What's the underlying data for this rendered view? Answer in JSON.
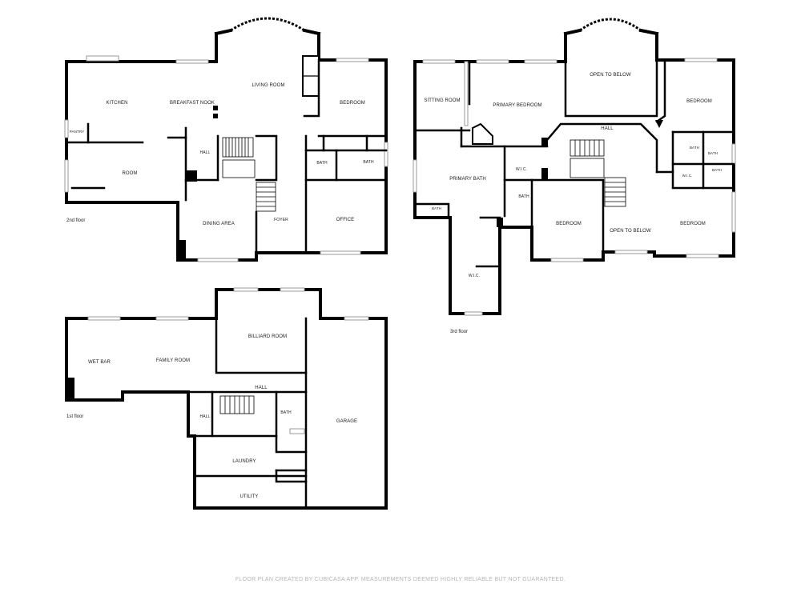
{
  "floors": {
    "second": {
      "label": "2nd floor",
      "rooms": {
        "kitchen": "KITCHEN",
        "breakfast_nook": "BREAKFAST NOOK",
        "living_room": "LIVING ROOM",
        "bedroom": "BEDROOM",
        "pantry": "PANTRY",
        "room": "ROOM",
        "hall": "HALL",
        "bath_1": "BATH",
        "bath_2": "BATH",
        "dining_area": "DINING AREA",
        "foyer": "FOYER",
        "office": "OFFICE"
      }
    },
    "third": {
      "label": "3rd floor",
      "rooms": {
        "sitting_room": "SITTING ROOM",
        "primary_bedroom": "PRIMARY BEDROOM",
        "open_to_below_top": "OPEN TO BELOW",
        "bedroom_ne": "BEDROOM",
        "hall": "HALL",
        "primary_bath": "PRIMARY BATH",
        "bath_small": "BATH",
        "wic_1": "W.I.C.",
        "bath_mid": "BATH",
        "bedroom_mid": "BEDROOM",
        "open_to_below_mid": "OPEN TO BELOW",
        "bath_e1": "BATH",
        "bath_e2": "BATH",
        "wic_e": "W.I.C.",
        "bath_e3": "BATH",
        "bedroom_se": "BEDROOM",
        "wic_2": "W.I.C."
      }
    },
    "first": {
      "label": "1st floor",
      "rooms": {
        "wet_bar": "WET BAR",
        "family_room": "FAMILY ROOM",
        "billiard_room": "BILLIARD ROOM",
        "hall_top": "HALL",
        "hall_left": "HALL",
        "bath": "BATH",
        "garage": "GARAGE",
        "laundry": "LAUNDRY",
        "utility": "UTILITY"
      }
    }
  },
  "footer": "FLOOR PLAN CREATED BY CUBICASA APP. MEASUREMENTS DEEMED HIGHLY RELIABLE BUT NOT GUARANTEED."
}
